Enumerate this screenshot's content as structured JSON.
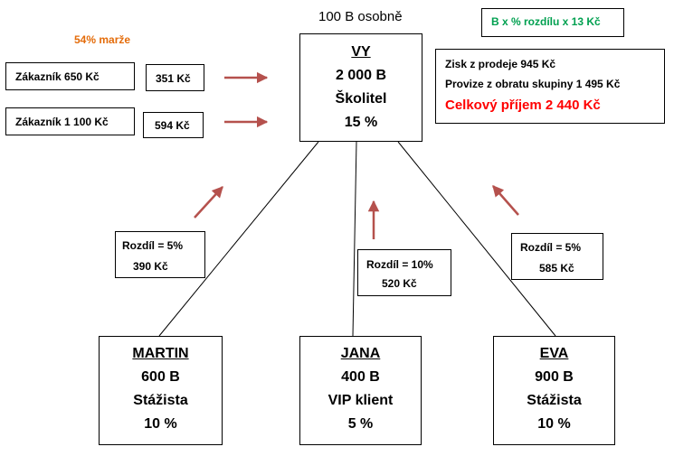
{
  "top_label": "100 B osobně",
  "green_note": "B x % rozdílu x 13 Kč",
  "margin_label": "54% marže",
  "customers": [
    {
      "name": "Zákazník 650 Kč",
      "value": "351 Kč"
    },
    {
      "name": "Zákazník 1 100 Kč",
      "value": "594 Kč"
    }
  ],
  "root": {
    "name": "VY",
    "points": "2 000 B",
    "role": "Školitel",
    "percent": "15 %"
  },
  "summary": {
    "line1": "Zisk z prodeje 945 Kč",
    "line2": "Provize z obratu skupiny 1 495 Kč",
    "total": "Celkový příjem 2 440 Kč"
  },
  "differences": [
    {
      "label": "Rozdíl = 5%",
      "value": "390 Kč"
    },
    {
      "label": "Rozdíl = 10%",
      "value": "520 Kč"
    },
    {
      "label": "Rozdíl = 5%",
      "value": "585 Kč"
    }
  ],
  "members": [
    {
      "name": "MARTIN",
      "points": "600 B",
      "role": "Stážista",
      "percent": "10 %"
    },
    {
      "name": "JANA",
      "points": "400 B",
      "role": "VIP klient",
      "percent": "5 %"
    },
    {
      "name": "EVA",
      "points": "900 B",
      "role": "Stážista",
      "percent": "10 %"
    }
  ],
  "colors": {
    "arrow": "#b5514d",
    "margin_text": "#e46c0a",
    "green_text": "#00a050",
    "total_text": "#ff0000"
  }
}
